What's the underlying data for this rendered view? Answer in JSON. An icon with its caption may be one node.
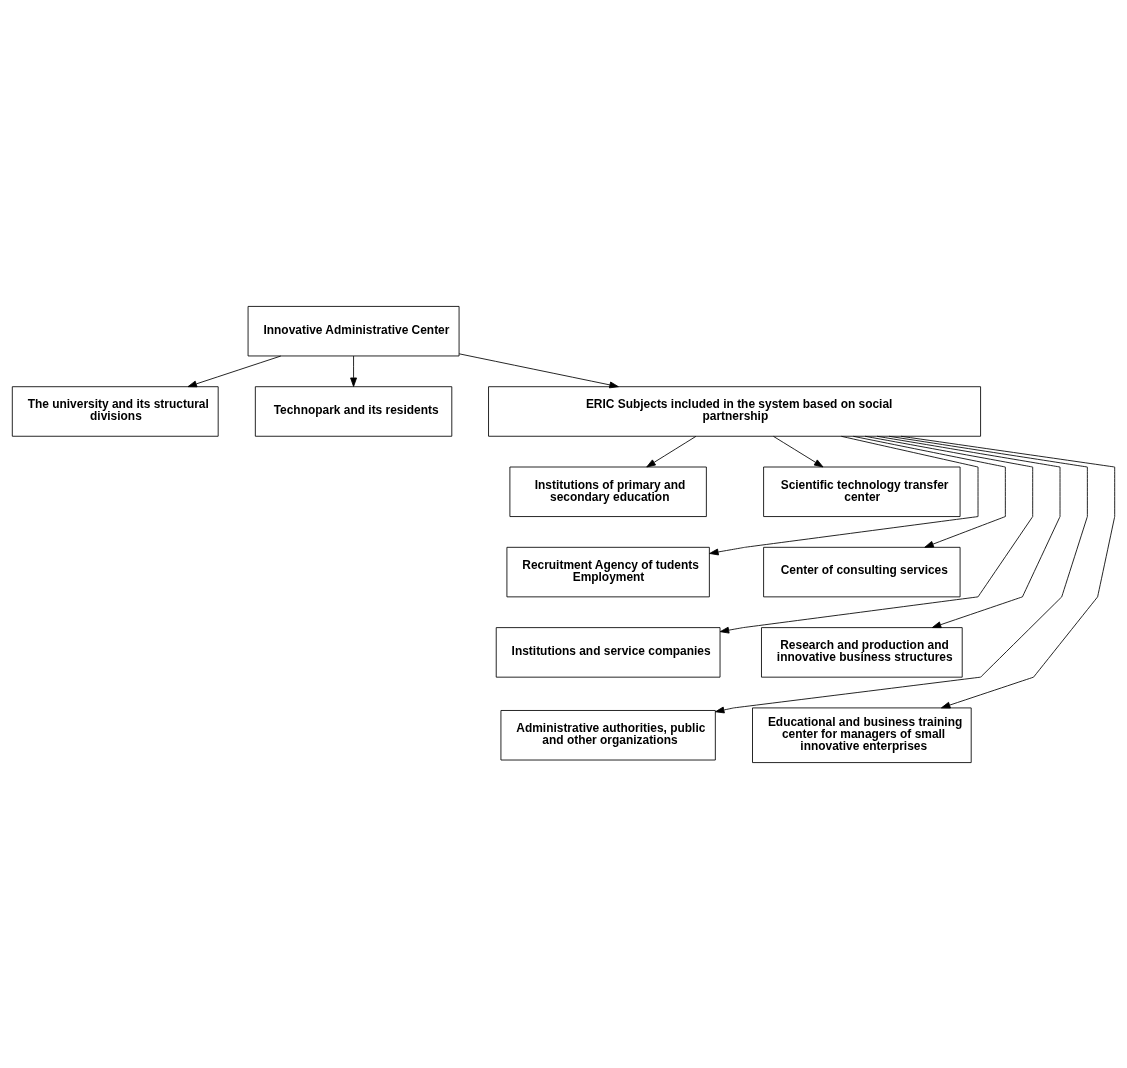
{
  "diagram": {
    "nodes": [
      {
        "text": [
          "Innovative Administrative Center"
        ]
      },
      {
        "text": [
          "The university and its structural divisions"
        ]
      },
      {
        "text": [
          "Technopark and its residents"
        ]
      },
      {
        "text": [
          "ERIC Subjects included in the system based on social partnership"
        ]
      },
      {
        "text": [
          "Institutions of primary and secondary education"
        ]
      },
      {
        "text": [
          "Scientific technology transfer center"
        ]
      },
      {
        "text": [
          "Recruitment Agency of tudents Employment"
        ]
      },
      {
        "text": [
          "Center of consulting services"
        ]
      },
      {
        "text": [
          "Institutions and service companies"
        ]
      },
      {
        "text": [
          "Research and production and innovative business structures"
        ]
      },
      {
        "text": [
          "Administrative authorities, public and other organizations"
        ]
      },
      {
        "text": [
          "Educational and business training center for managers of small innovative enterprises"
        ]
      }
    ],
    "edges": [
      {
        "from": 0,
        "to": 1,
        "arrow": "to"
      },
      {
        "from": 0,
        "to": 2,
        "arrow": "to"
      },
      {
        "from": 0,
        "to": 3,
        "arrow": "to"
      },
      {
        "from": 3,
        "to": 4,
        "arrow": "to"
      },
      {
        "from": 3,
        "to": 5,
        "arrow": "to"
      },
      {
        "from": 3,
        "to": 6,
        "arrow": "to"
      },
      {
        "from": 3,
        "to": 7,
        "arrow": "to"
      },
      {
        "from": 3,
        "to": 8,
        "arrow": "to"
      },
      {
        "from": 3,
        "to": 9,
        "arrow": "to"
      },
      {
        "from": 3,
        "to": 10,
        "arrow": "to"
      },
      {
        "from": 3,
        "to": 11,
        "arrow": "to"
      }
    ]
  }
}
